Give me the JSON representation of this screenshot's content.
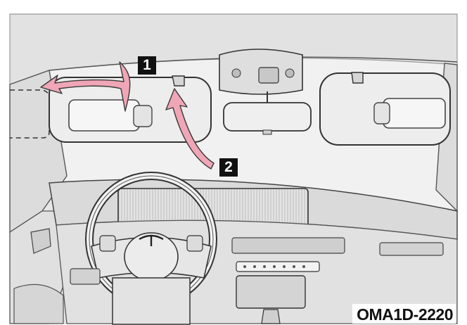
{
  "figure": {
    "code": "OMA1D-2220",
    "callouts": [
      {
        "id": "callout-1",
        "label": "1"
      },
      {
        "id": "callout-2",
        "label": "2"
      }
    ],
    "colors": {
      "arrow": "#f0a6b6",
      "arrow_stroke": "#3a3a3a",
      "panel": "#ececec",
      "line": "#3c3c3c",
      "callout_bg": "#111111",
      "callout_text": "#ffffff"
    }
  }
}
